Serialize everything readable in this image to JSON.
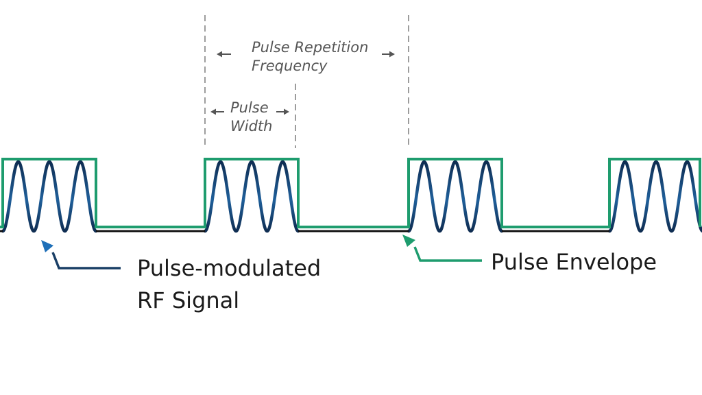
{
  "annotations": {
    "prf_line1": "Pulse Repetition",
    "prf_line2": "Frequency",
    "pw_line1": "Pulse",
    "pw_line2": "Width"
  },
  "labels": {
    "rf_signal_line1": "Pulse-modulated",
    "rf_signal_line2": "RF Signal",
    "envelope": "Pulse Envelope"
  },
  "colors": {
    "envelope": "#1e9c6e",
    "rf_signal_light": "#2e7fc0",
    "rf_signal_dark": "#0f2d52",
    "baseline": "#111111",
    "rf_arrow": "#1e6fb8",
    "envelope_arrow": "#1e9c6e",
    "dimension": "#555555"
  },
  "signal": {
    "pulses": 4,
    "cycles_per_pulse": 3
  }
}
